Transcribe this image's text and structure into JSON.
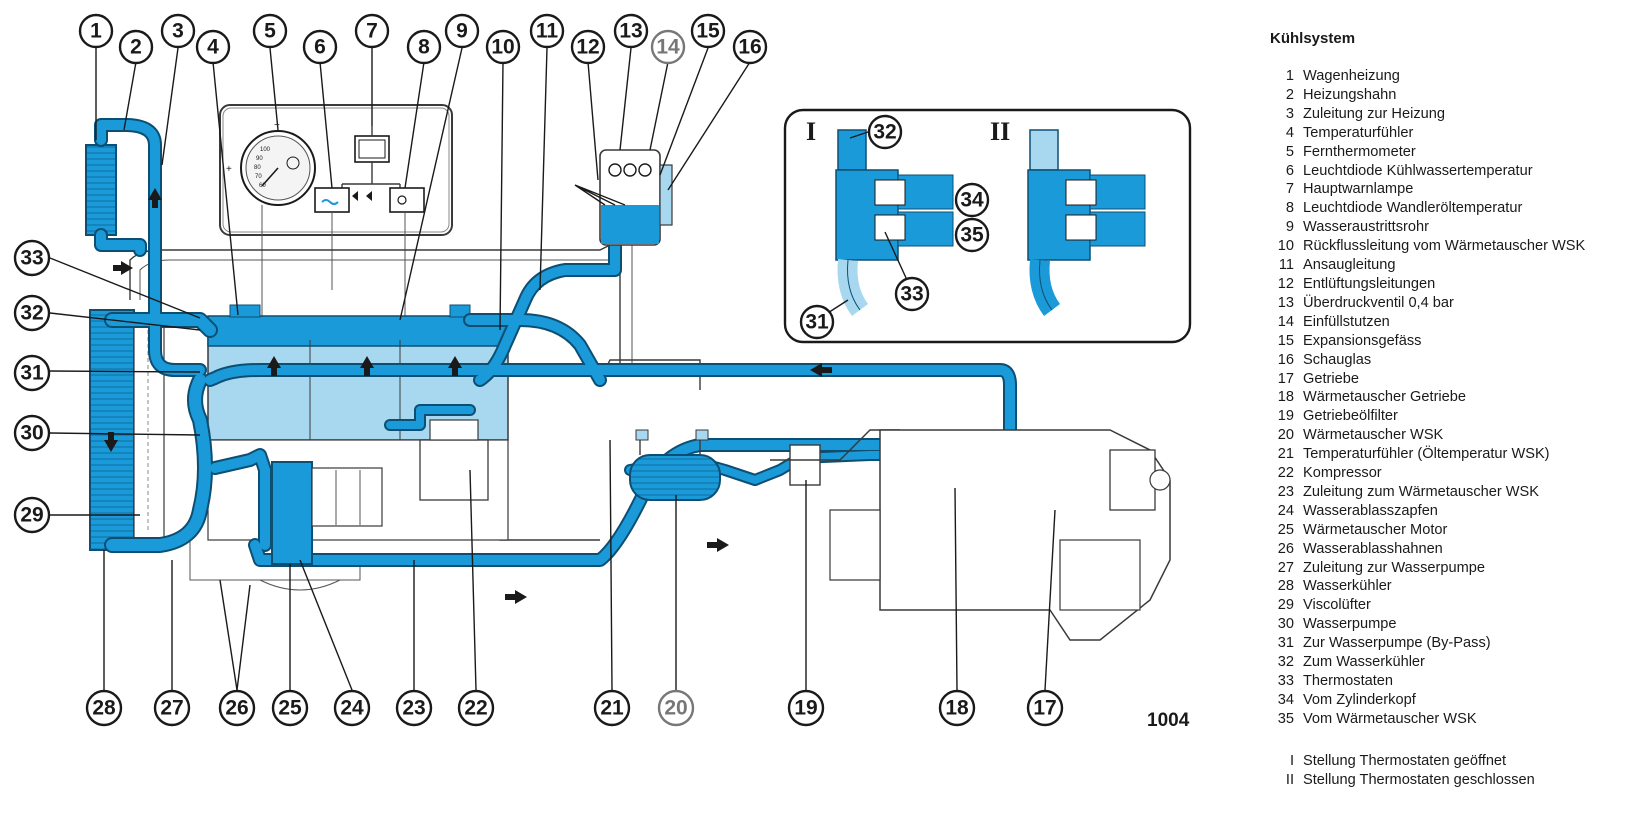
{
  "legend": {
    "title": "Kühlsystem",
    "items": [
      {
        "num": "1",
        "label": "Wagenheizung"
      },
      {
        "num": "2",
        "label": "Heizungshahn"
      },
      {
        "num": "3",
        "label": "Zuleitung zur Heizung"
      },
      {
        "num": "4",
        "label": "Temperaturfühler"
      },
      {
        "num": "5",
        "label": "Fernthermometer"
      },
      {
        "num": "6",
        "label": "Leuchtdiode Kühlwassertemperatur"
      },
      {
        "num": "7",
        "label": "Hauptwarnlampe"
      },
      {
        "num": "8",
        "label": "Leuchtdiode Wandleröltemperatur"
      },
      {
        "num": "9",
        "label": "Wasseraustrittsrohr"
      },
      {
        "num": "10",
        "label": "Rückflussleitung vom Wärmetauscher WSK"
      },
      {
        "num": "11",
        "label": "Ansaugleitung"
      },
      {
        "num": "12",
        "label": "Entlüftungsleitungen"
      },
      {
        "num": "13",
        "label": "Überdruckventil 0,4 bar"
      },
      {
        "num": "14",
        "label": "Einfüllstutzen"
      },
      {
        "num": "15",
        "label": "Expansionsgefäss"
      },
      {
        "num": "16",
        "label": "Schauglas"
      },
      {
        "num": "17",
        "label": "Getriebe"
      },
      {
        "num": "18",
        "label": "Wärmetauscher Getriebe"
      },
      {
        "num": "19",
        "label": "Getriebeölfilter"
      },
      {
        "num": "20",
        "label": "Wärmetauscher WSK"
      },
      {
        "num": "21",
        "label": "Temperaturfühler (Öltemperatur WSK)"
      },
      {
        "num": "22",
        "label": "Kompressor"
      },
      {
        "num": "23",
        "label": "Zuleitung zum Wärmetauscher WSK"
      },
      {
        "num": "24",
        "label": "Wasserablasszapfen"
      },
      {
        "num": "25",
        "label": "Wärmetauscher Motor"
      },
      {
        "num": "26",
        "label": "Wasserablasshahnen"
      },
      {
        "num": "27",
        "label": "Zuleitung zur Wasserpumpe"
      },
      {
        "num": "28",
        "label": "Wasserkühler"
      },
      {
        "num": "29",
        "label": "Viscolüfter"
      },
      {
        "num": "30",
        "label": "Wasserpumpe"
      },
      {
        "num": "31",
        "label": "Zur Wasserpumpe (By-Pass)"
      },
      {
        "num": "32",
        "label": "Zum Wasserkühler"
      },
      {
        "num": "33",
        "label": "Thermostaten"
      },
      {
        "num": "34",
        "label": "Vom Zylinderkopf"
      },
      {
        "num": "35",
        "label": "Vom Wärmetauscher WSK"
      }
    ],
    "states": [
      {
        "num": "I",
        "label": "Stellung Thermostaten geöffnet"
      },
      {
        "num": "II",
        "label": "Stellung Thermostaten geschlossen"
      }
    ]
  },
  "page_number": "1004",
  "inset": {
    "open_label": "I",
    "closed_label": "II"
  },
  "gauge": {
    "ticks": [
      "100",
      "90",
      "80",
      "70",
      "60"
    ],
    "plus": "+",
    "minus": "−"
  },
  "callouts": [
    "1",
    "2",
    "3",
    "4",
    "5",
    "6",
    "7",
    "8",
    "9",
    "10",
    "11",
    "12",
    "13",
    "14",
    "15",
    "16",
    "17",
    "18",
    "19",
    "20",
    "21",
    "22",
    "23",
    "24",
    "25",
    "26",
    "27",
    "28",
    "29",
    "30",
    "31",
    "32",
    "33",
    "34",
    "35"
  ],
  "colors": {
    "coolant": "#1a9ad8",
    "coolant_light": "#a8d8f0",
    "outline": "#3a3a3a"
  }
}
